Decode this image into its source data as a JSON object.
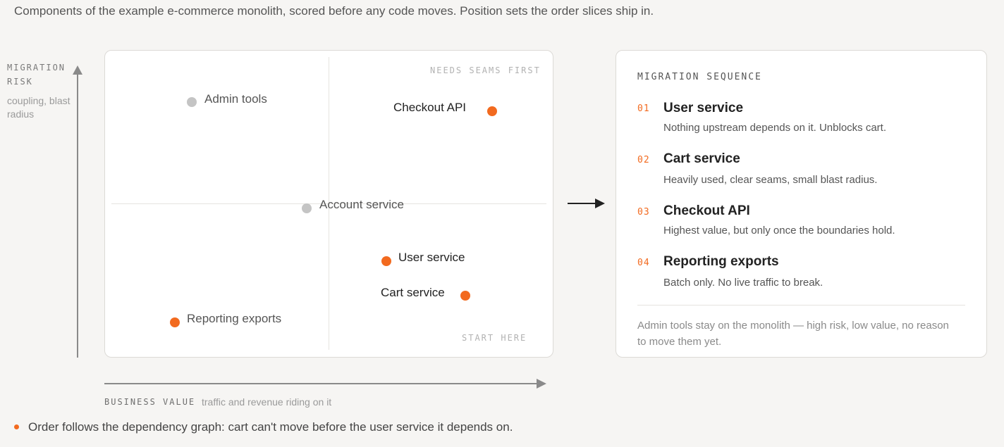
{
  "intro": "Components of the example e-commerce monolith, scored before any code moves. Position sets the order slices ship in.",
  "y_axis": {
    "title": "MIGRATION RISK",
    "subtitle": "coupling, blast radius"
  },
  "x_axis": {
    "title": "BUSINESS VALUE",
    "subtitle": "traffic and revenue riding on it"
  },
  "quadrants": {
    "top_right": "NEEDS SEAMS FIRST",
    "bottom_right": "START HERE"
  },
  "points": [
    {
      "label": "Admin tools",
      "status": "stays"
    },
    {
      "label": "Checkout API",
      "status": "migrate"
    },
    {
      "label": "Account service",
      "status": "stays"
    },
    {
      "label": "User service",
      "status": "migrate"
    },
    {
      "label": "Cart service",
      "status": "migrate"
    },
    {
      "label": "Reporting exports",
      "status": "migrate"
    }
  ],
  "sequence": {
    "title": "MIGRATION SEQUENCE",
    "steps": [
      {
        "num": "01",
        "title": "User service",
        "desc": "Nothing upstream depends on it. Unblocks cart."
      },
      {
        "num": "02",
        "title": "Cart service",
        "desc": "Heavily used, clear seams, small blast radius."
      },
      {
        "num": "03",
        "title": "Checkout API",
        "desc": "Highest value, but only once the boundaries hold."
      },
      {
        "num": "04",
        "title": "Reporting exports",
        "desc": "Batch only. No live traffic to break."
      }
    ],
    "note": "Admin tools stay on the monolith — high risk, low value, no reason to move them yet."
  },
  "footnote": "Order follows the dependency graph: cart can't move before the user service it depends on.",
  "colors": {
    "accent": "#f26a1f",
    "muted_dot": "#c4c4c4",
    "background": "#f6f5f3"
  }
}
